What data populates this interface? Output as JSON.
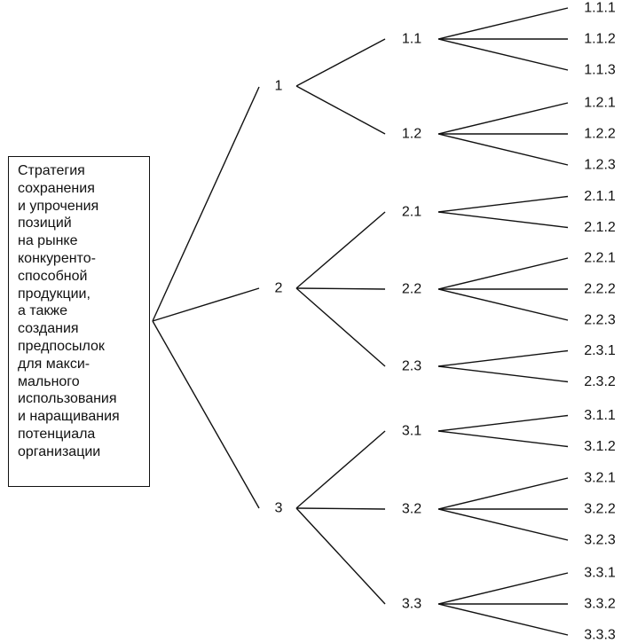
{
  "root": {
    "lines": [
      "Стратегия",
      "сохранения",
      "и упрочения",
      "позиций",
      "на рынке",
      "конкуренто-",
      "способной",
      "продукции,",
      "а также",
      "создания",
      "предпосылок",
      "для макси-",
      "мального",
      "использования",
      "и наращивания",
      "потенциала",
      "организации"
    ]
  },
  "tree": [
    {
      "label": "1",
      "children": [
        {
          "label": "1.1",
          "children": [
            "1.1.1",
            "1.1.2",
            "1.1.3"
          ]
        },
        {
          "label": "1.2",
          "children": [
            "1.2.1",
            "1.2.2",
            "1.2.3"
          ]
        }
      ]
    },
    {
      "label": "2",
      "children": [
        {
          "label": "2.1",
          "children": [
            "2.1.1",
            "2.1.2"
          ]
        },
        {
          "label": "2.2",
          "children": [
            "2.2.1",
            "2.2.2",
            "2.2.3"
          ]
        },
        {
          "label": "2.3",
          "children": [
            "2.3.1",
            "2.3.2"
          ]
        }
      ]
    },
    {
      "label": "3",
      "children": [
        {
          "label": "3.1",
          "children": [
            "3.1.1",
            "3.1.2"
          ]
        },
        {
          "label": "3.2",
          "children": [
            "3.2.1",
            "3.2.2",
            "3.2.3"
          ]
        },
        {
          "label": "3.3",
          "children": [
            "3.3.1",
            "3.3.2",
            "3.3.3"
          ]
        }
      ]
    }
  ]
}
